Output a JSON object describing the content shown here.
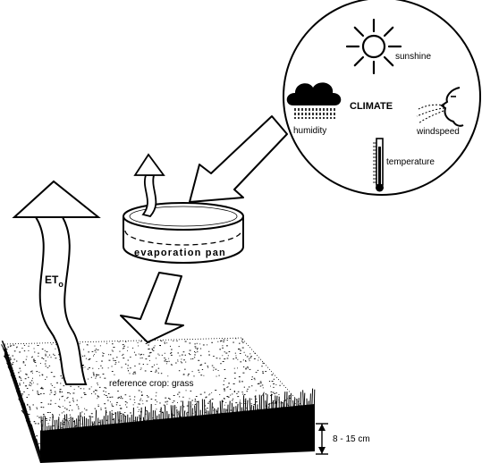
{
  "diagram": {
    "climate": {
      "title": "CLIMATE",
      "sunshine": "sunshine",
      "humidity": "humidity",
      "windspeed": "windspeed",
      "temperature": "temperature"
    },
    "pan": {
      "label": "evaporation pan"
    },
    "eto": {
      "label": "ET",
      "subscript": "o"
    },
    "crop": {
      "label": "reference crop: grass",
      "height": "8 - 15 cm"
    }
  }
}
